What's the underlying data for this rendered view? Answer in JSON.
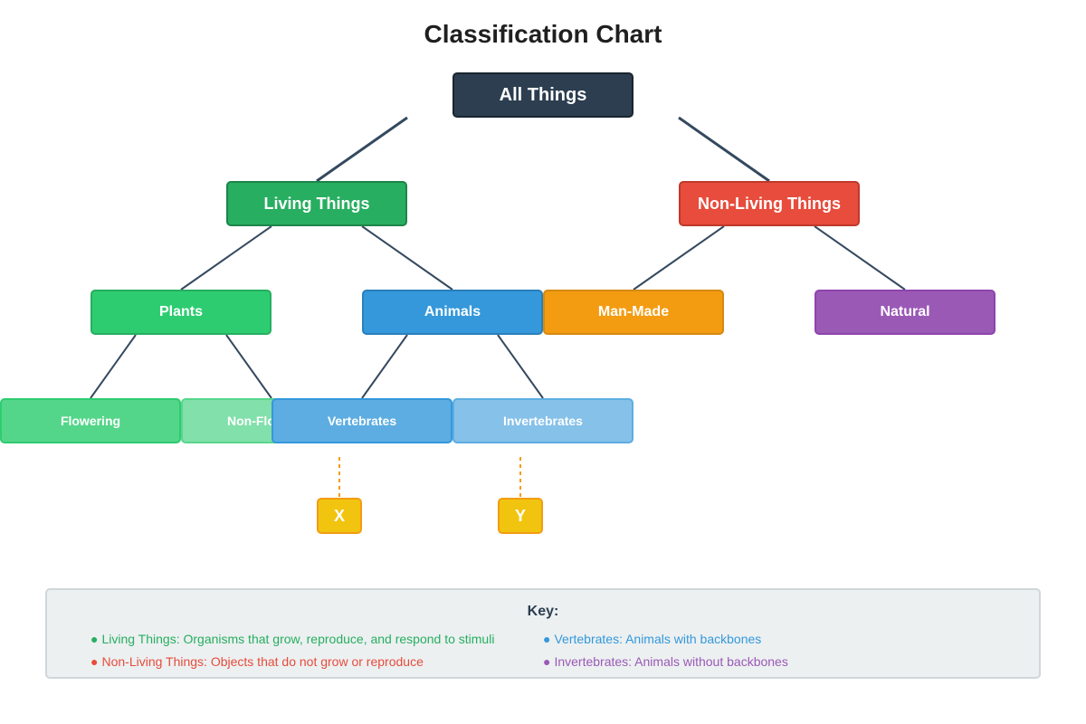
{
  "title": "Classification Chart",
  "nodes": {
    "root": "All Things",
    "living": "Living Things",
    "nonliving": "Non-Living Things",
    "plants": "Plants",
    "animals": "Animals",
    "manmade": "Man-Made",
    "natural": "Natural",
    "flowering": "Flowering",
    "nonflowering": "Non-Flowering",
    "vertebrates": "Vertebrates",
    "invertebrates": "Invertebrates",
    "x": "X",
    "y": "Y"
  },
  "key": {
    "title": "Key:",
    "bullet": "●",
    "items": [
      {
        "text": "Living Things: Organisms that grow, reproduce, and respond to stimuli",
        "color": "#27ae60"
      },
      {
        "text": "Non-Living Things: Objects that do not grow or reproduce",
        "color": "#e74c3c"
      },
      {
        "text": "Vertebrates: Animals with backbones",
        "color": "#3498db"
      },
      {
        "text": "Invertebrates: Animals without backbones",
        "color": "#9b59b6"
      }
    ]
  },
  "colors": {
    "connector": "#34495e",
    "dashed_connector": "#f39c12"
  }
}
